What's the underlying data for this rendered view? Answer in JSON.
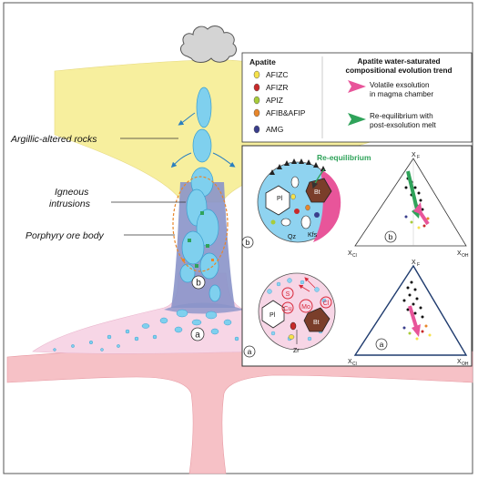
{
  "labels": {
    "argillic": "Argillic-altered rocks",
    "igneous_1": "Igneous",
    "igneous_2": "intrusions",
    "porphyry": "Porphyry ore body",
    "marker_a": "a",
    "marker_b": "b"
  },
  "legend": {
    "title": "Apatite",
    "items": [
      {
        "label": "AFIZC",
        "color": "#f5e14a"
      },
      {
        "label": "AFIZR",
        "color": "#c82a2a"
      },
      {
        "label": "APIZ",
        "color": "#a8cc3a"
      },
      {
        "label": "AFIB&AFIP",
        "color": "#e8862a"
      },
      {
        "label": "AMG",
        "color": "#3a3e8c"
      }
    ],
    "trend_title_1": "Apatite water-saturated",
    "trend_title_2": "compositional evolution trend",
    "trends": [
      {
        "line1": "Volatile exsolution",
        "line2": "in magma chamber",
        "color": "#e8559a"
      },
      {
        "line1": "Re-equilibrium with",
        "line2": "post-exsolution melt",
        "color": "#2fa35a"
      }
    ]
  },
  "inset": {
    "reequilibrium": "Re-equilibrium",
    "minerals_b": {
      "pl": "Pl",
      "bt": "Bt",
      "qz": "Qz",
      "kfs": "Kfs"
    },
    "minerals_a": {
      "s": "S",
      "cu": "Cu",
      "mo": "Mo",
      "cl": "Cl",
      "pl": "Pl",
      "bt": "Bt",
      "zr": "Zr"
    },
    "ternary_axes": {
      "top": "X",
      "top_sub": "F",
      "left": "X",
      "left_sub": "Cl",
      "right": "X",
      "right_sub": "OH"
    }
  },
  "colors": {
    "argillic": "#f7ef9e",
    "intrusion": "#7fd0ee",
    "chamber": "#f7d6e6",
    "base": "#f6c1c6",
    "dike": "#8a93c9"
  }
}
